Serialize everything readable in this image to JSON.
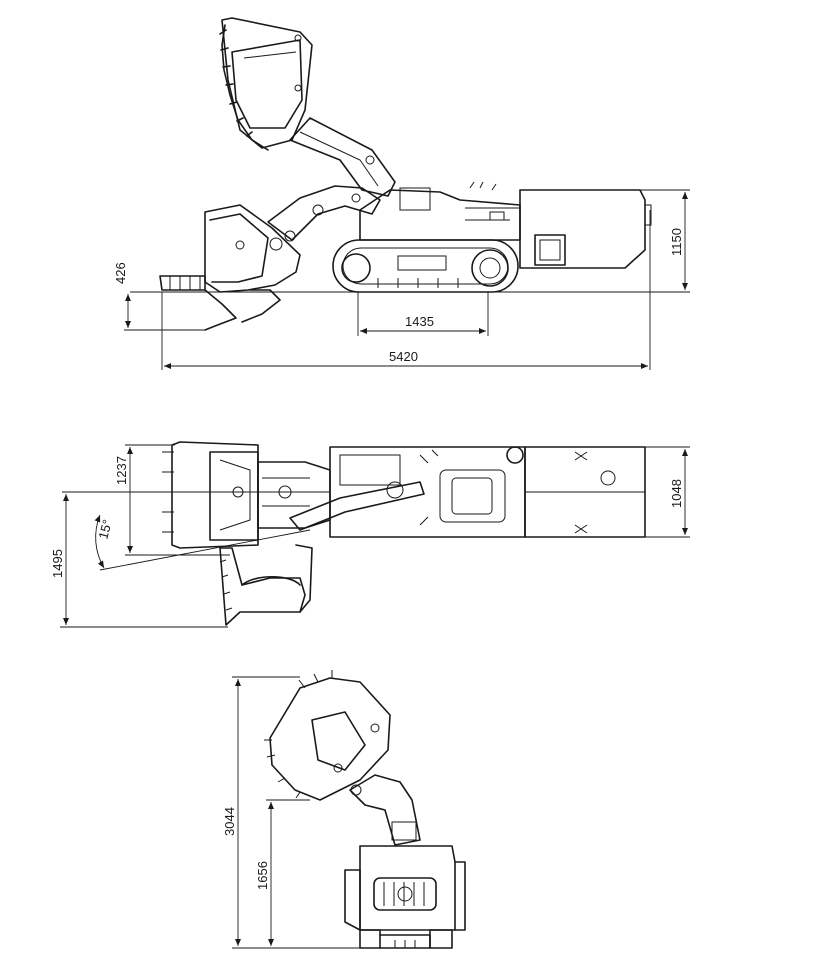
{
  "side_view": {
    "height_total": "1150",
    "dig_depth": "426",
    "track_length": "1435",
    "overall_length": "5420"
  },
  "top_view": {
    "arm_width": "1237",
    "body_width": "1048",
    "swing_angle": "15°",
    "swing_reach": "1495"
  },
  "front_view": {
    "max_height": "3044",
    "arm_height": "1656"
  }
}
